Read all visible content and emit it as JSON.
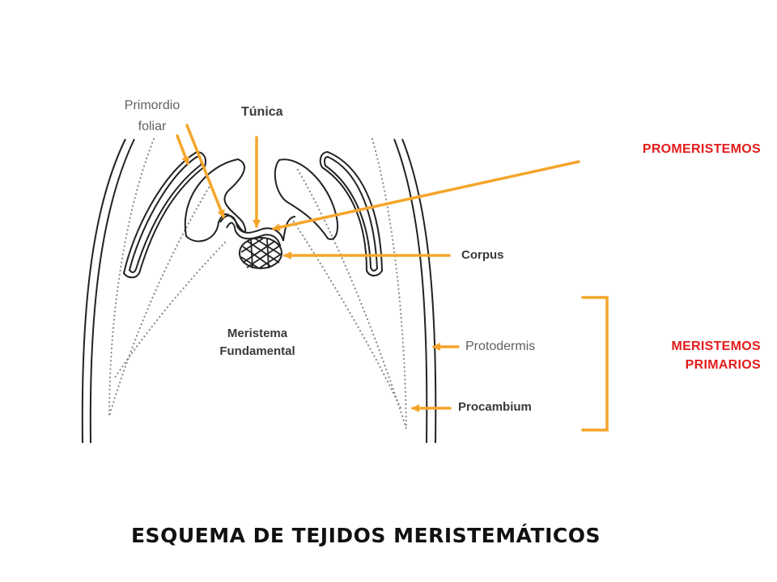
{
  "title": "ESQUEMA DE TEJIDOS MERISTEMÁTICOS",
  "labels": {
    "primordio_line1": "Primordio",
    "primordio_line2": "foliar",
    "tunica": "Túnica",
    "promeristemos": "PROMERISTEMOS",
    "corpus": "Corpus",
    "meristema_line1": "Meristema",
    "meristema_line2": "Fundamental",
    "protodermis": "Protodermis",
    "meristemos_line1": "MERISTEMOS",
    "meristemos_line2": "PRIMARIOS",
    "procambium": "Procambium"
  },
  "colors": {
    "arrow": "#f5a52a",
    "highlight": "#e31b1b",
    "outline": "#222222",
    "dots": "#8a8a8a"
  }
}
